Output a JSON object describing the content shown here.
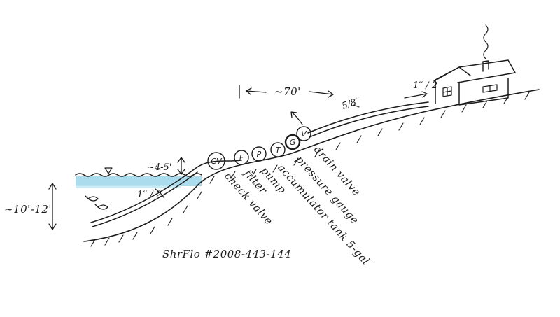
{
  "colors": {
    "ink": "#1c1c1c",
    "water": "#8fd0e8",
    "paper": "#ffffff"
  },
  "components": [
    {
      "abbr": "CV"
    },
    {
      "abbr": "F"
    },
    {
      "abbr": "P"
    },
    {
      "abbr": "T"
    },
    {
      "abbr": "G"
    },
    {
      "abbr": "V"
    }
  ],
  "component_labels": [
    "check valve",
    "filter",
    "pump",
    "accumulator tank 5-gal",
    "pressure gauge",
    "drain valve"
  ],
  "measurements": {
    "distance": "~70'",
    "depth_shore": "~4-5'",
    "depth_lake": "~10'-12'",
    "pipe_intake": "1′′ / 2",
    "pipe_main": "5/8′′",
    "pipe_house": "1′′ / 2"
  },
  "model_text": "ShrFlo #2008-443-144"
}
